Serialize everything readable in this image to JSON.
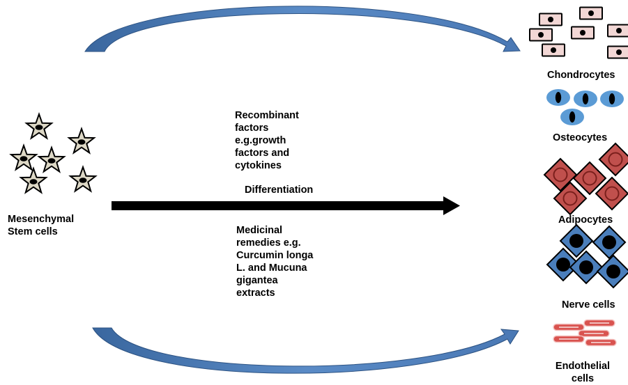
{
  "stem_cells": {
    "line1": "Mesenchymal",
    "line2": "Stem cells"
  },
  "factors_text": [
    "Recombinant",
    "factors",
    "e.g.growth",
    "factors and",
    "cytokines"
  ],
  "process_label": "Differentiation",
  "remedies_text": [
    "Medicinal",
    "remedies e.g.",
    "Curcumin longa",
    "L. and Mucuna",
    "gigantea",
    "extracts"
  ],
  "cell_types": {
    "chondrocytes": "Chondrocytes",
    "osteocytes": "Osteocytes",
    "adipocytes": "Adipocytes",
    "nerve_cells": "Nerve cells",
    "endothelial": {
      "line1": "Endothelial",
      "line2": "cells"
    }
  },
  "colors": {
    "curved_arrow": "#4f7cb8",
    "main_arrow": "#000000",
    "stem_cell_fill": "#ddd8c6",
    "chondrocyte_fill": "#f2d7d5",
    "osteocyte_fill": "#5b9bd5",
    "adipocyte_fill": "#c0504d",
    "nerve_cell_fill": "#4a7ebb",
    "endothelial_fill": "#d9534f"
  }
}
